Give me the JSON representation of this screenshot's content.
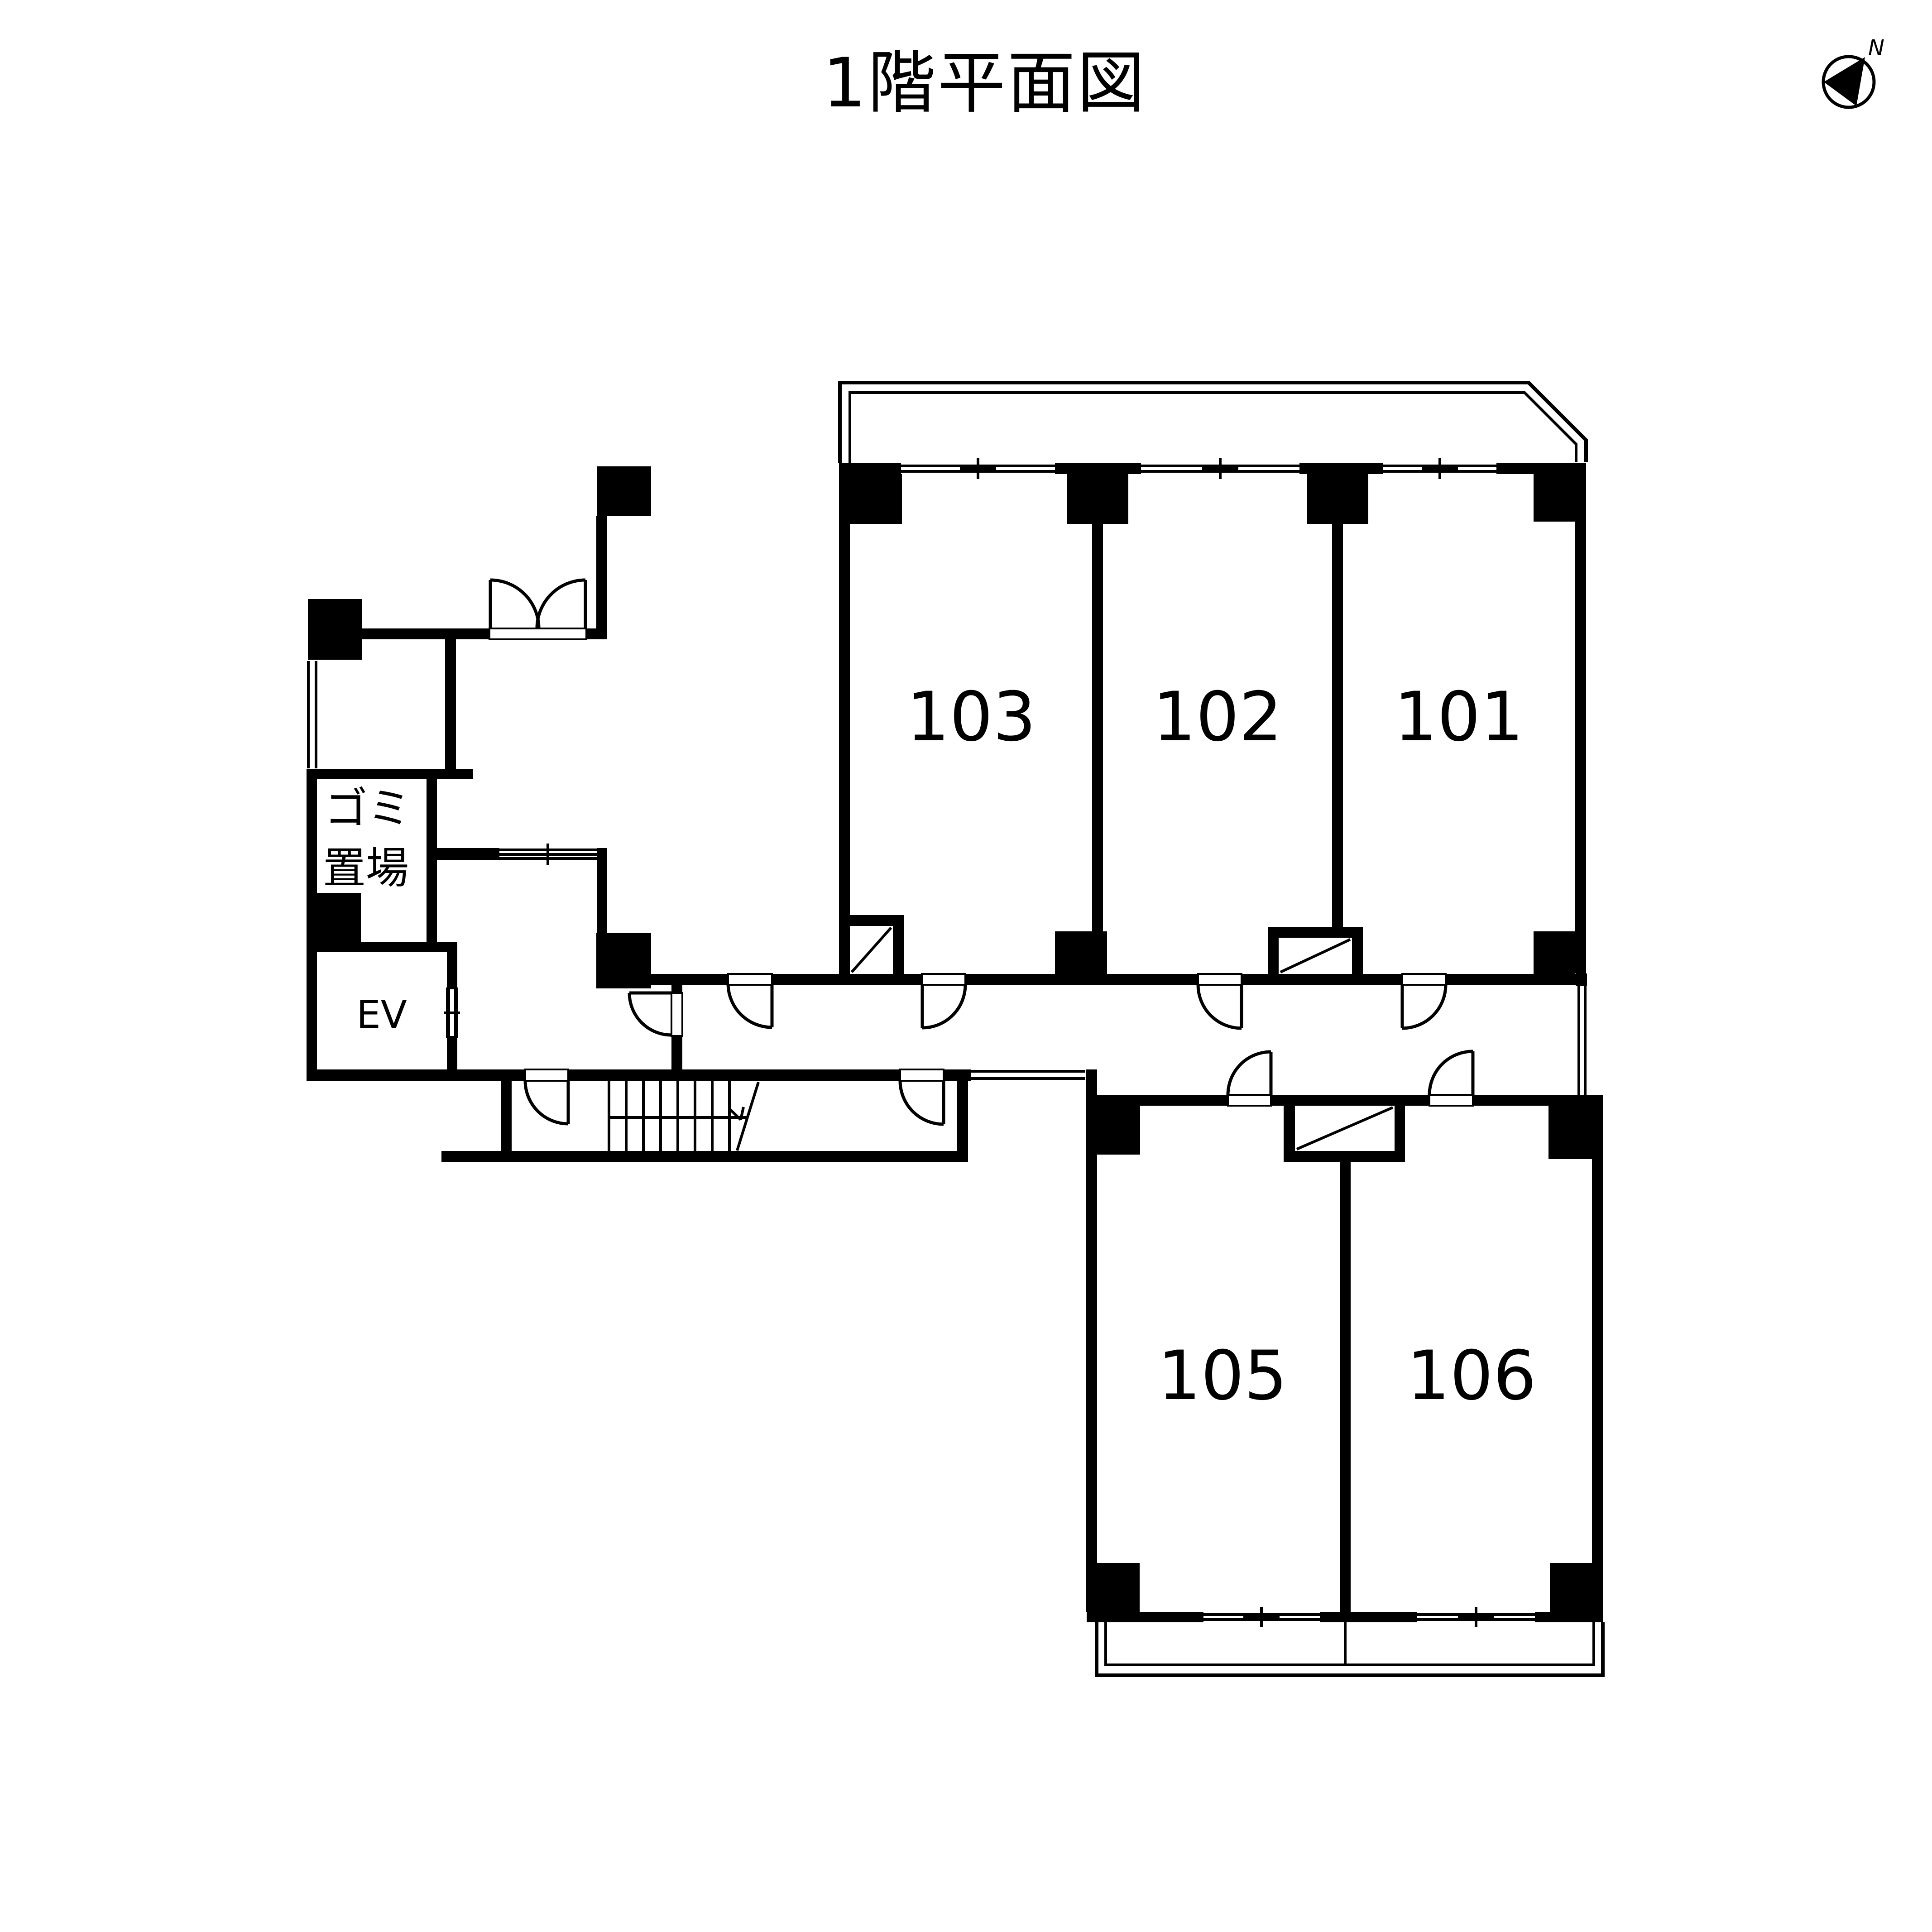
{
  "title": "1階平面図",
  "compass": {
    "north_label": "N"
  },
  "rooms": {
    "r101": {
      "label": "101"
    },
    "r102": {
      "label": "102"
    },
    "r103": {
      "label": "103"
    },
    "r105": {
      "label": "105"
    },
    "r106": {
      "label": "106"
    }
  },
  "facilities": {
    "elevator": "EV",
    "garbage_line1": "ゴミ",
    "garbage_line2": "置場"
  }
}
